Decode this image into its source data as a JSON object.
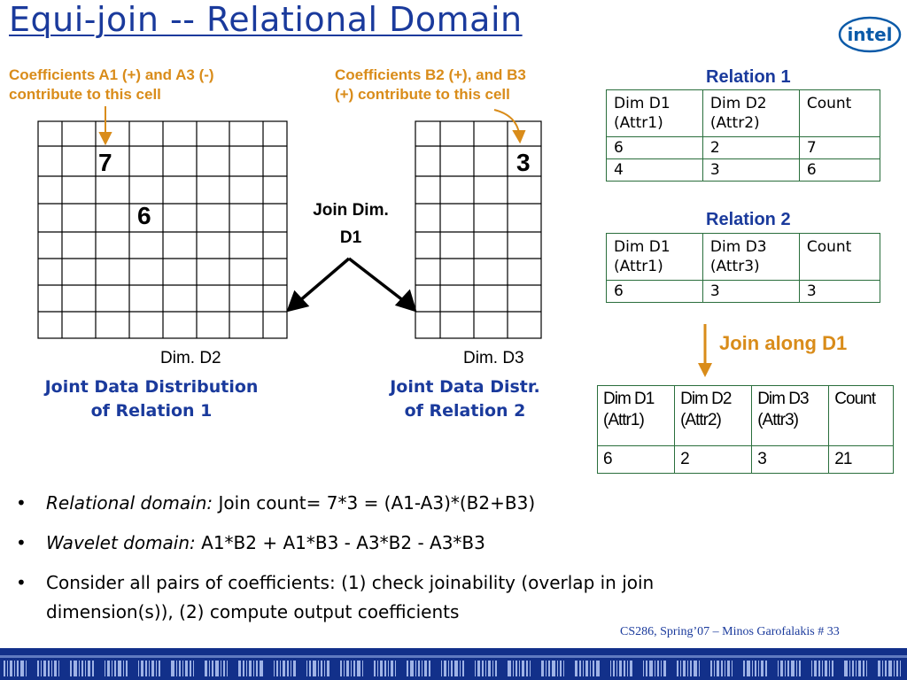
{
  "title": "Equi-join -- Relational Domain",
  "logo": {
    "text": "intel",
    "icon": "intel-logo",
    "color": "#0a5aa8"
  },
  "notes": {
    "left_line1": "Coefficients A1 (+) and A3 (-)",
    "left_line2": "contribute to this cell",
    "right_line1": "Coefficients B2 (+), and B3",
    "right_line2": "(+) contribute to this cell"
  },
  "grid1": {
    "cell_a": "7",
    "cell_b": "6",
    "axis_label": "Dim. D2",
    "caption_line1": "Joint Data Distribution",
    "caption_line2": "of Relation 1"
  },
  "grid2": {
    "cell_a": "3",
    "axis_label": "Dim. D3",
    "caption_line1": "Joint Data Distr.",
    "caption_line2": "of Relation 2"
  },
  "join_dim": {
    "line1": "Join Dim.",
    "line2": "D1"
  },
  "relation1": {
    "title": "Relation 1",
    "headers": [
      [
        "Dim D1",
        "(Attr1)"
      ],
      [
        "Dim D2",
        "(Attr2)"
      ],
      [
        "Count",
        ""
      ]
    ],
    "rows": [
      [
        "6",
        "2",
        "7"
      ],
      [
        "4",
        "3",
        "6"
      ]
    ]
  },
  "relation2": {
    "title": "Relation 2",
    "headers": [
      [
        "Dim D1",
        "(Attr1)"
      ],
      [
        "Dim D3",
        "(Attr3)"
      ],
      [
        "Count",
        ""
      ]
    ],
    "rows": [
      [
        "6",
        "3",
        "3"
      ]
    ]
  },
  "join_along": "Join along D1",
  "result": {
    "headers": [
      [
        "Dim D1",
        "(Attr1)"
      ],
      [
        "Dim D2",
        "(Attr2)"
      ],
      [
        "Dim D3",
        "(Attr3)"
      ],
      [
        "Count",
        ""
      ]
    ],
    "rows": [
      [
        "6",
        "2",
        "3",
        "21"
      ]
    ]
  },
  "bullets": {
    "b1_em": "Relational domain:",
    "b1_rest": " Join count= 7*3  = (A1-A3)*(B2+B3)",
    "b2_em": "Wavelet domain:",
    "b2_rest": "  A1*B2 + A1*B3 - A3*B2 - A3*B3",
    "b3_line1": "Consider all pairs of coefficients: (1) check joinability (overlap in join",
    "b3_line2": "dimension(s)),  (2) compute output coefficients"
  },
  "footer": "CS286, Spring’07 – Minos Garofalakis   # 33",
  "colors": {
    "title": "#1a3a9c",
    "accent": "#d98c1a",
    "table_border": "#2a6e3c",
    "footer_bar": "#12308a"
  }
}
